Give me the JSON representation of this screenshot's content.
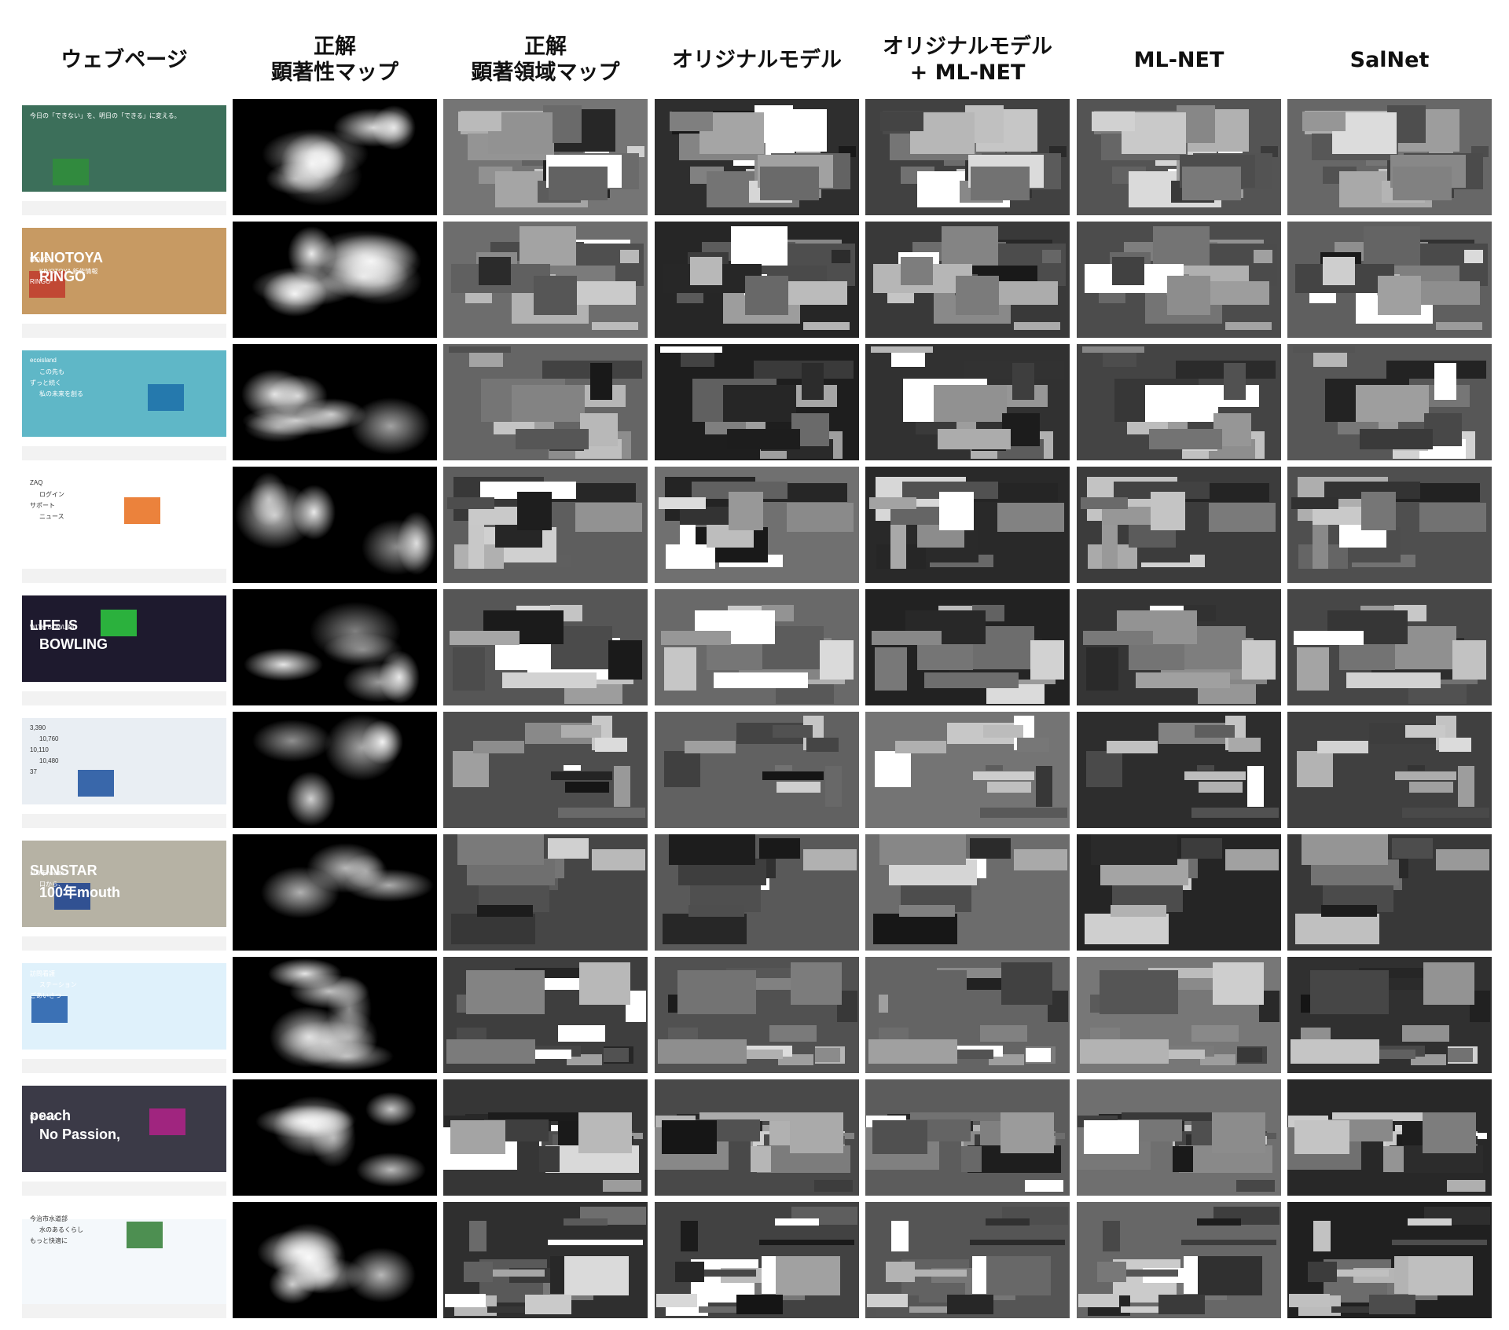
{
  "columns": [
    {
      "lines": [
        "ウェブページ"
      ]
    },
    {
      "lines": [
        "正解",
        "顕著性マップ"
      ]
    },
    {
      "lines": [
        "正解",
        "顕著領域マップ"
      ]
    },
    {
      "lines": [
        "オリジナルモデル"
      ]
    },
    {
      "lines": [
        "オリジナルモデル",
        "+ ML-NET"
      ]
    },
    {
      "lines": [
        "ML-NET"
      ]
    },
    {
      "lines": [
        "SalNet"
      ]
    }
  ],
  "webpages": [
    {
      "text": [
        "今日の「できない」を、明日の「できる」に変える。"
      ],
      "bg": "#3c6f5a",
      "accent": "#2f8f3a"
    },
    {
      "text": [
        "KINOTOYA",
        "RINGO",
        "NEWS",
        "KINOTOYA 新作情報",
        "RINGO"
      ],
      "bg": "#c79a63",
      "accent": "#c0392b"
    },
    {
      "text": [
        "ecoisland",
        "この先も",
        "ずっと続く",
        "私の未来を創る"
      ],
      "bg": "#5fb7c7",
      "accent": "#1b6fa8"
    },
    {
      "text": [
        "ZAQ",
        "ログイン",
        "サポート",
        "ニュース"
      ],
      "bg": "#ffffff",
      "accent": "#e86c1a"
    },
    {
      "text": [
        "LIFE IS",
        "BOWLING",
        "WITH BOWLING"
      ],
      "bg": "#1e1a2e",
      "accent": "#2ecc40"
    },
    {
      "text": [
        "3,390",
        "10,760",
        "10,110",
        "10,480",
        "37"
      ],
      "bg": "#e9eef3",
      "accent": "#1a4f9c"
    },
    {
      "text": [
        "SUNSTAR",
        "100年mouth",
        "100年health",
        "口から、"
      ],
      "bg": "#b6b2a4",
      "accent": "#1a3f8f"
    },
    {
      "text": [
        "訪問看護",
        "ステーション",
        "ごあいさつ"
      ],
      "bg": "#dff1fb",
      "accent": "#1f5aa8"
    },
    {
      "text": [
        "peach",
        "No Passion,",
        "No Peach"
      ],
      "bg": "#3b3a47",
      "accent": "#b3228a"
    },
    {
      "text": [
        "今治市水道部",
        "水のあるくらし",
        "もっと快適に"
      ],
      "bg": "#f4f8fb",
      "accent": "#2f7d32"
    }
  ],
  "colors": {
    "background": "#ffffff",
    "map_black": "#000000",
    "map_white": "#ffffff"
  }
}
